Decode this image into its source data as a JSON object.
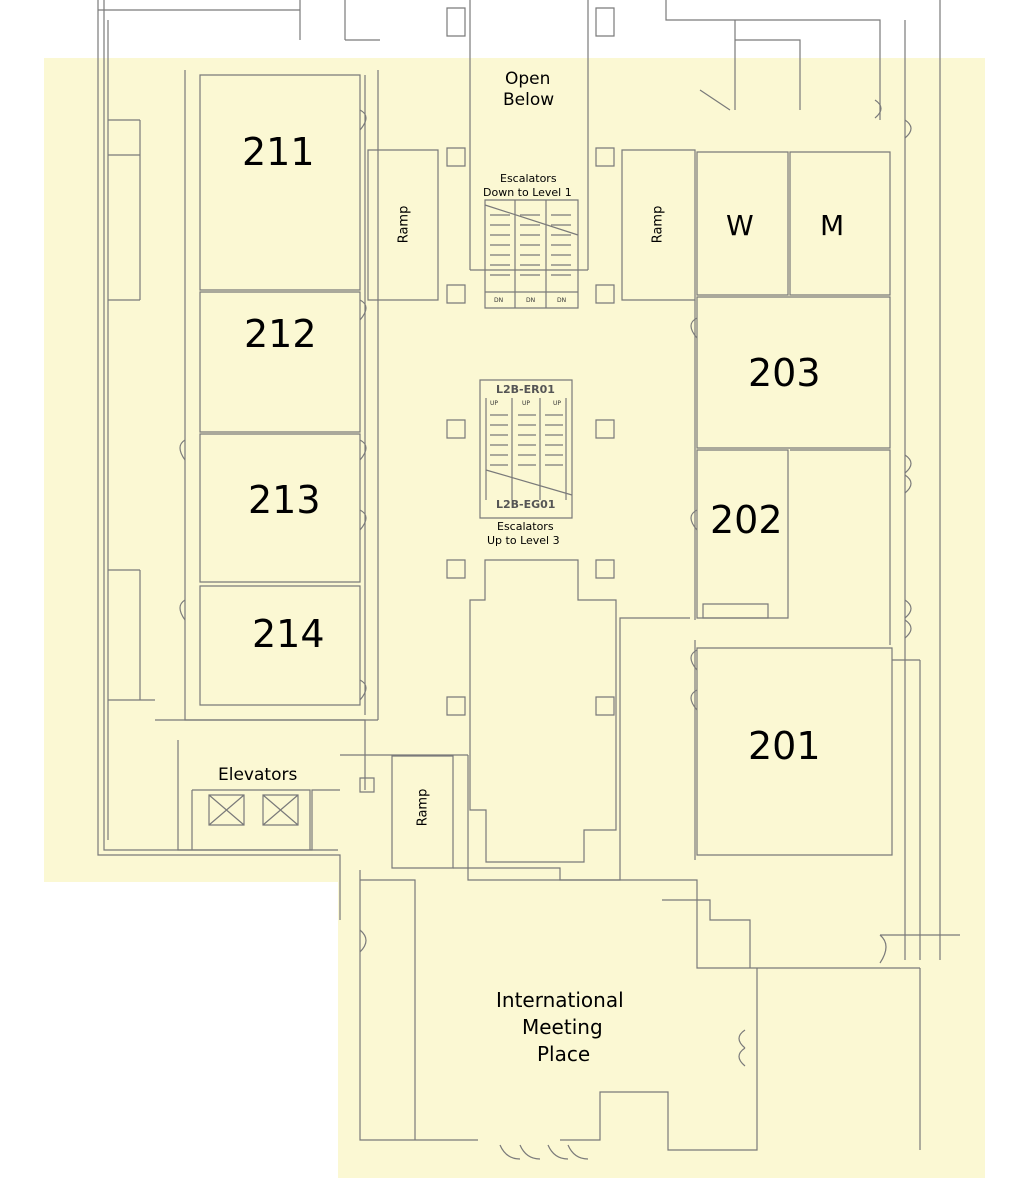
{
  "map": {
    "background_color": "#ffffff",
    "highlight_color": "#fbf8d3",
    "wall_color": "#7a7a7a",
    "rooms": {
      "r211": "211",
      "r212": "212",
      "r213": "213",
      "r214": "214",
      "r203": "203",
      "r202": "202",
      "r201": "201"
    },
    "restrooms": {
      "women": "W",
      "men": "M"
    },
    "areas": {
      "open_below_1": "Open",
      "open_below_2": "Below",
      "elevators": "Elevators",
      "ramp": "Ramp",
      "imp_1": "International",
      "imp_2": "Meeting",
      "imp_3": "Place"
    },
    "escalators": {
      "down_caption_1": "Escalators",
      "down_caption_2": "Down to Level 1",
      "up_caption_1": "Escalators",
      "up_caption_2": "Up to Level 3",
      "code_top": "L2B-ER01",
      "code_bottom": "L2B-EG01",
      "dn_mark": "DN",
      "up_mark": "UP"
    }
  }
}
